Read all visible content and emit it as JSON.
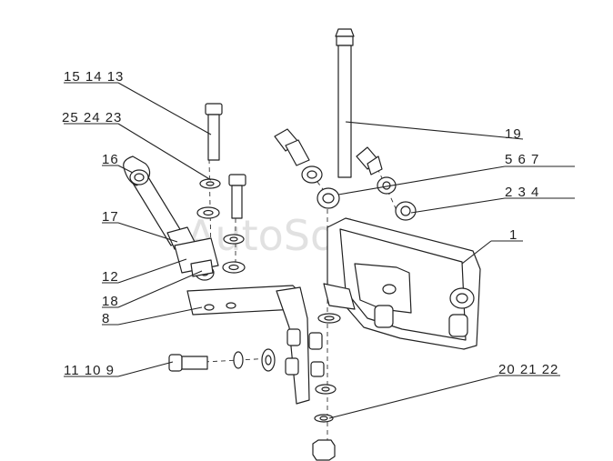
{
  "watermark": "AutoSoft",
  "callouts": [
    {
      "id": "c1",
      "text": "15 14 13"
    },
    {
      "id": "c2",
      "text": "25 24 23"
    },
    {
      "id": "c3",
      "text": "16"
    },
    {
      "id": "c4",
      "text": "17"
    },
    {
      "id": "c5",
      "text": "12"
    },
    {
      "id": "c6",
      "text": "18"
    },
    {
      "id": "c7",
      "text": "8"
    },
    {
      "id": "c8",
      "text": "11 10 9"
    },
    {
      "id": "c9",
      "text": "19"
    },
    {
      "id": "c10",
      "text": "5 6 7"
    },
    {
      "id": "c11",
      "text": "2 3 4"
    },
    {
      "id": "c12",
      "text": "1"
    },
    {
      "id": "c13",
      "text": "20 21 22"
    }
  ]
}
